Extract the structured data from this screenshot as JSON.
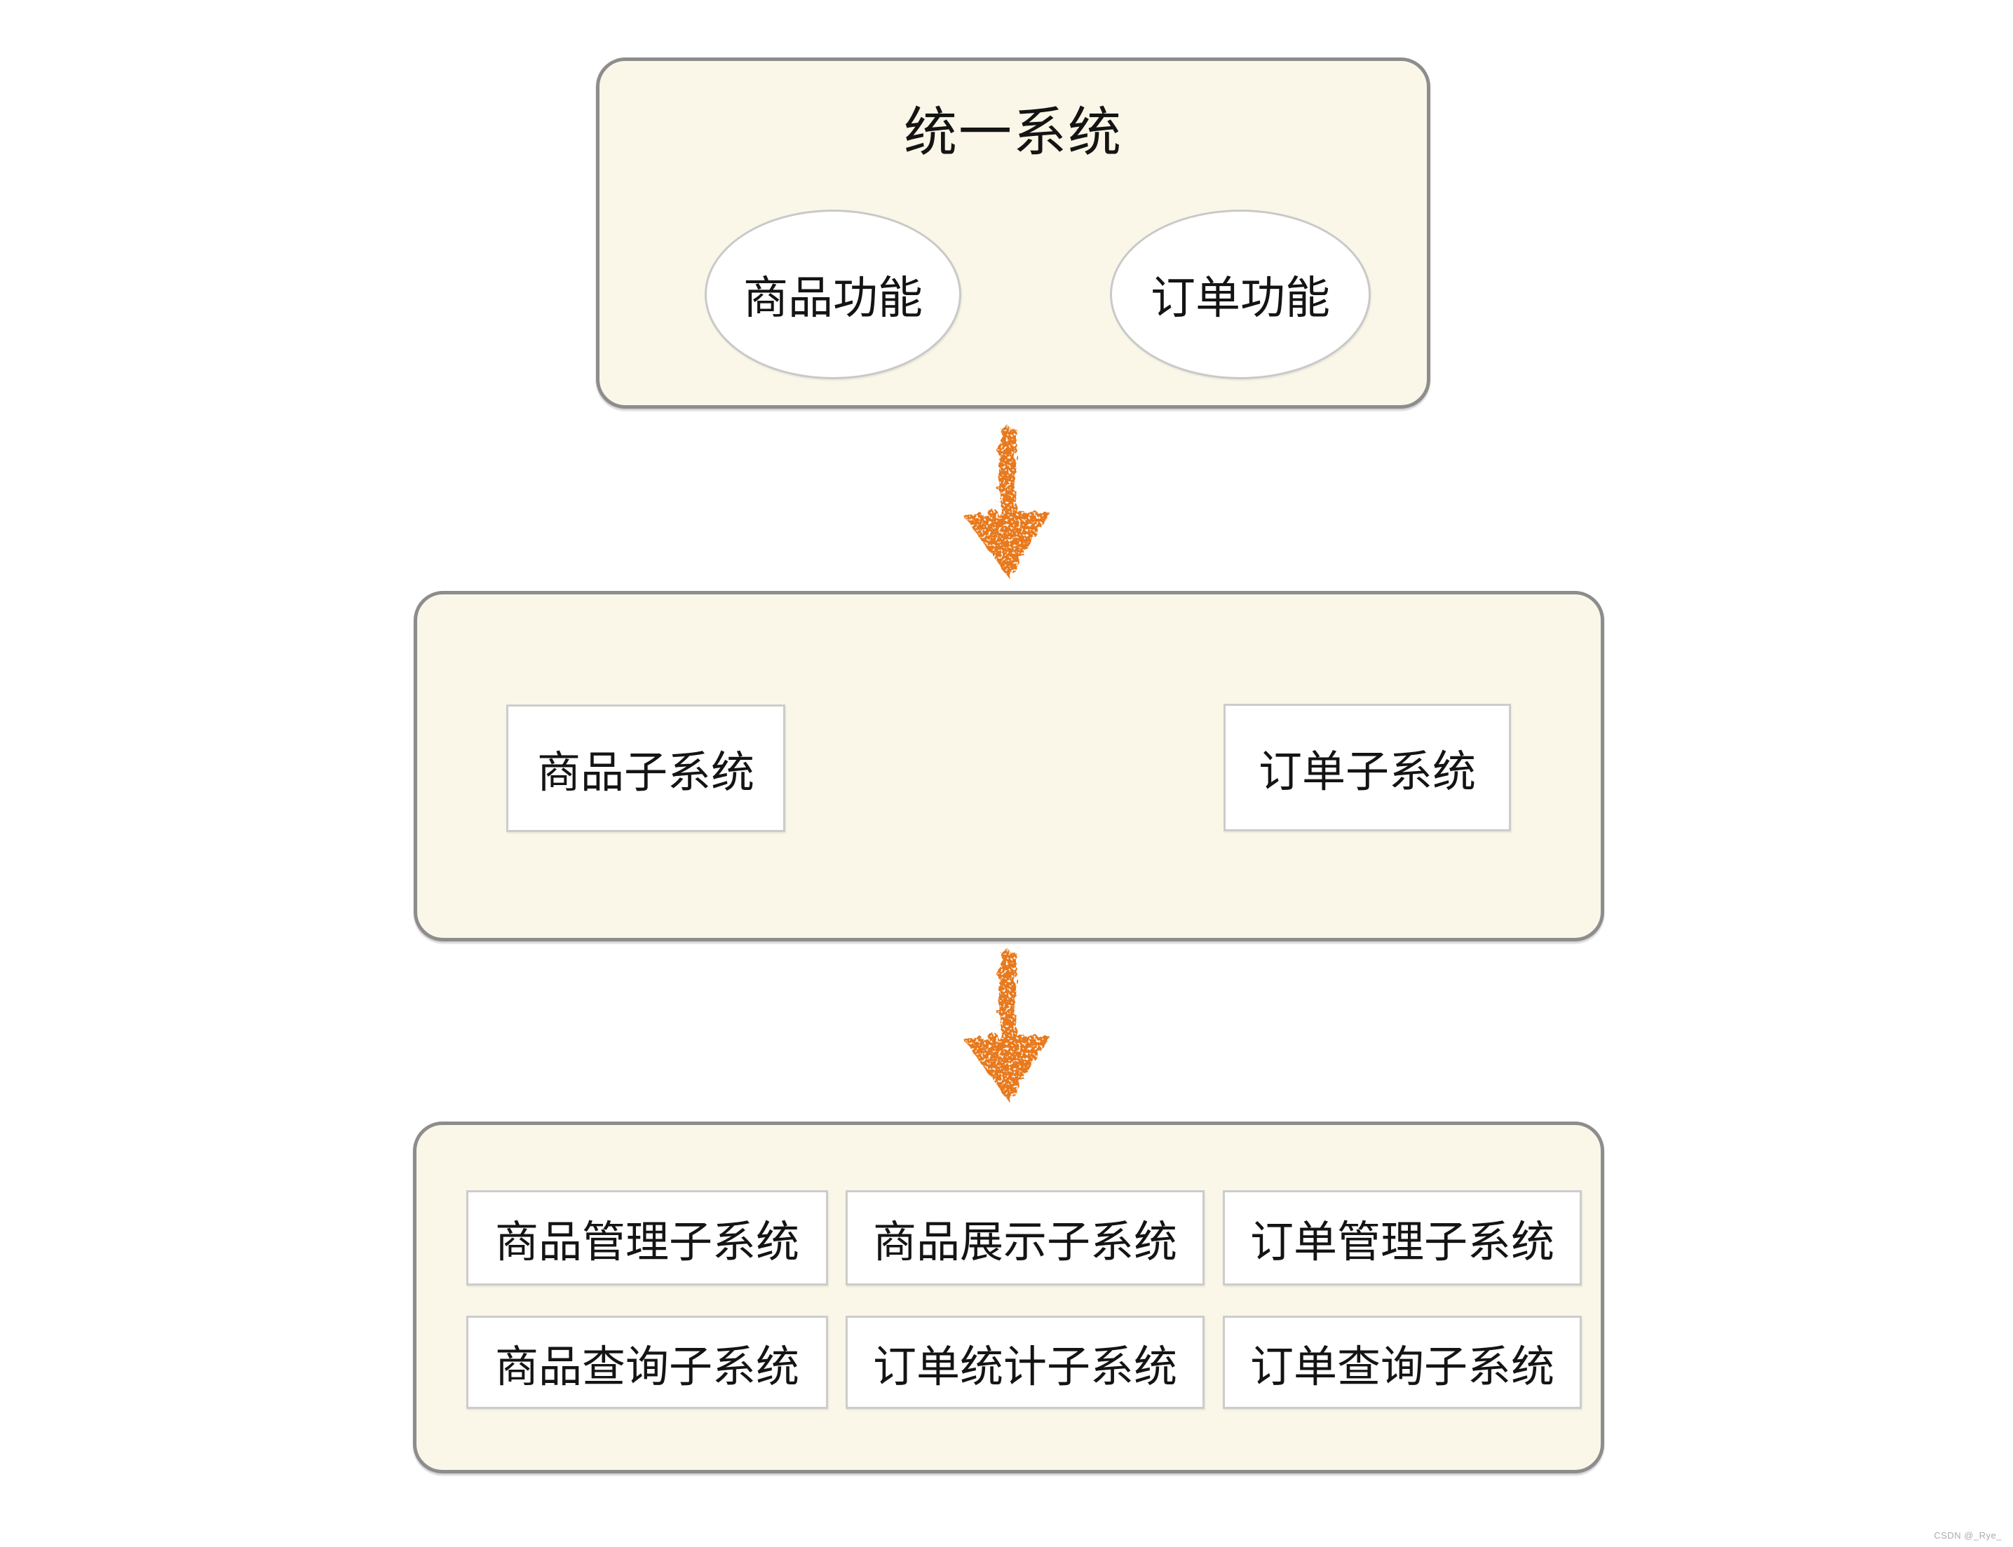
{
  "diagram": {
    "unified_system": {
      "title": "统一系统",
      "functions": [
        {
          "label": "商品功能"
        },
        {
          "label": "订单功能"
        }
      ]
    },
    "subsystem_level": {
      "items": [
        {
          "label": "商品子系统"
        },
        {
          "label": "订单子系统"
        }
      ]
    },
    "sub_subsystem_level": {
      "items": [
        {
          "label": "商品管理子系统"
        },
        {
          "label": "商品展示子系统"
        },
        {
          "label": "订单管理子系统"
        },
        {
          "label": "商品查询子系统"
        },
        {
          "label": "订单统计子系统"
        },
        {
          "label": "订单查询子系统"
        }
      ]
    },
    "colors": {
      "panel_fill": "#FAF7E8",
      "panel_border": "#8D8D8D",
      "node_fill": "#FFFFFF",
      "node_border": "#CCCCCC",
      "arrow": "#E8791A",
      "text": "#141414"
    }
  },
  "page": {
    "watermark": "CSDN @_Rye_"
  }
}
